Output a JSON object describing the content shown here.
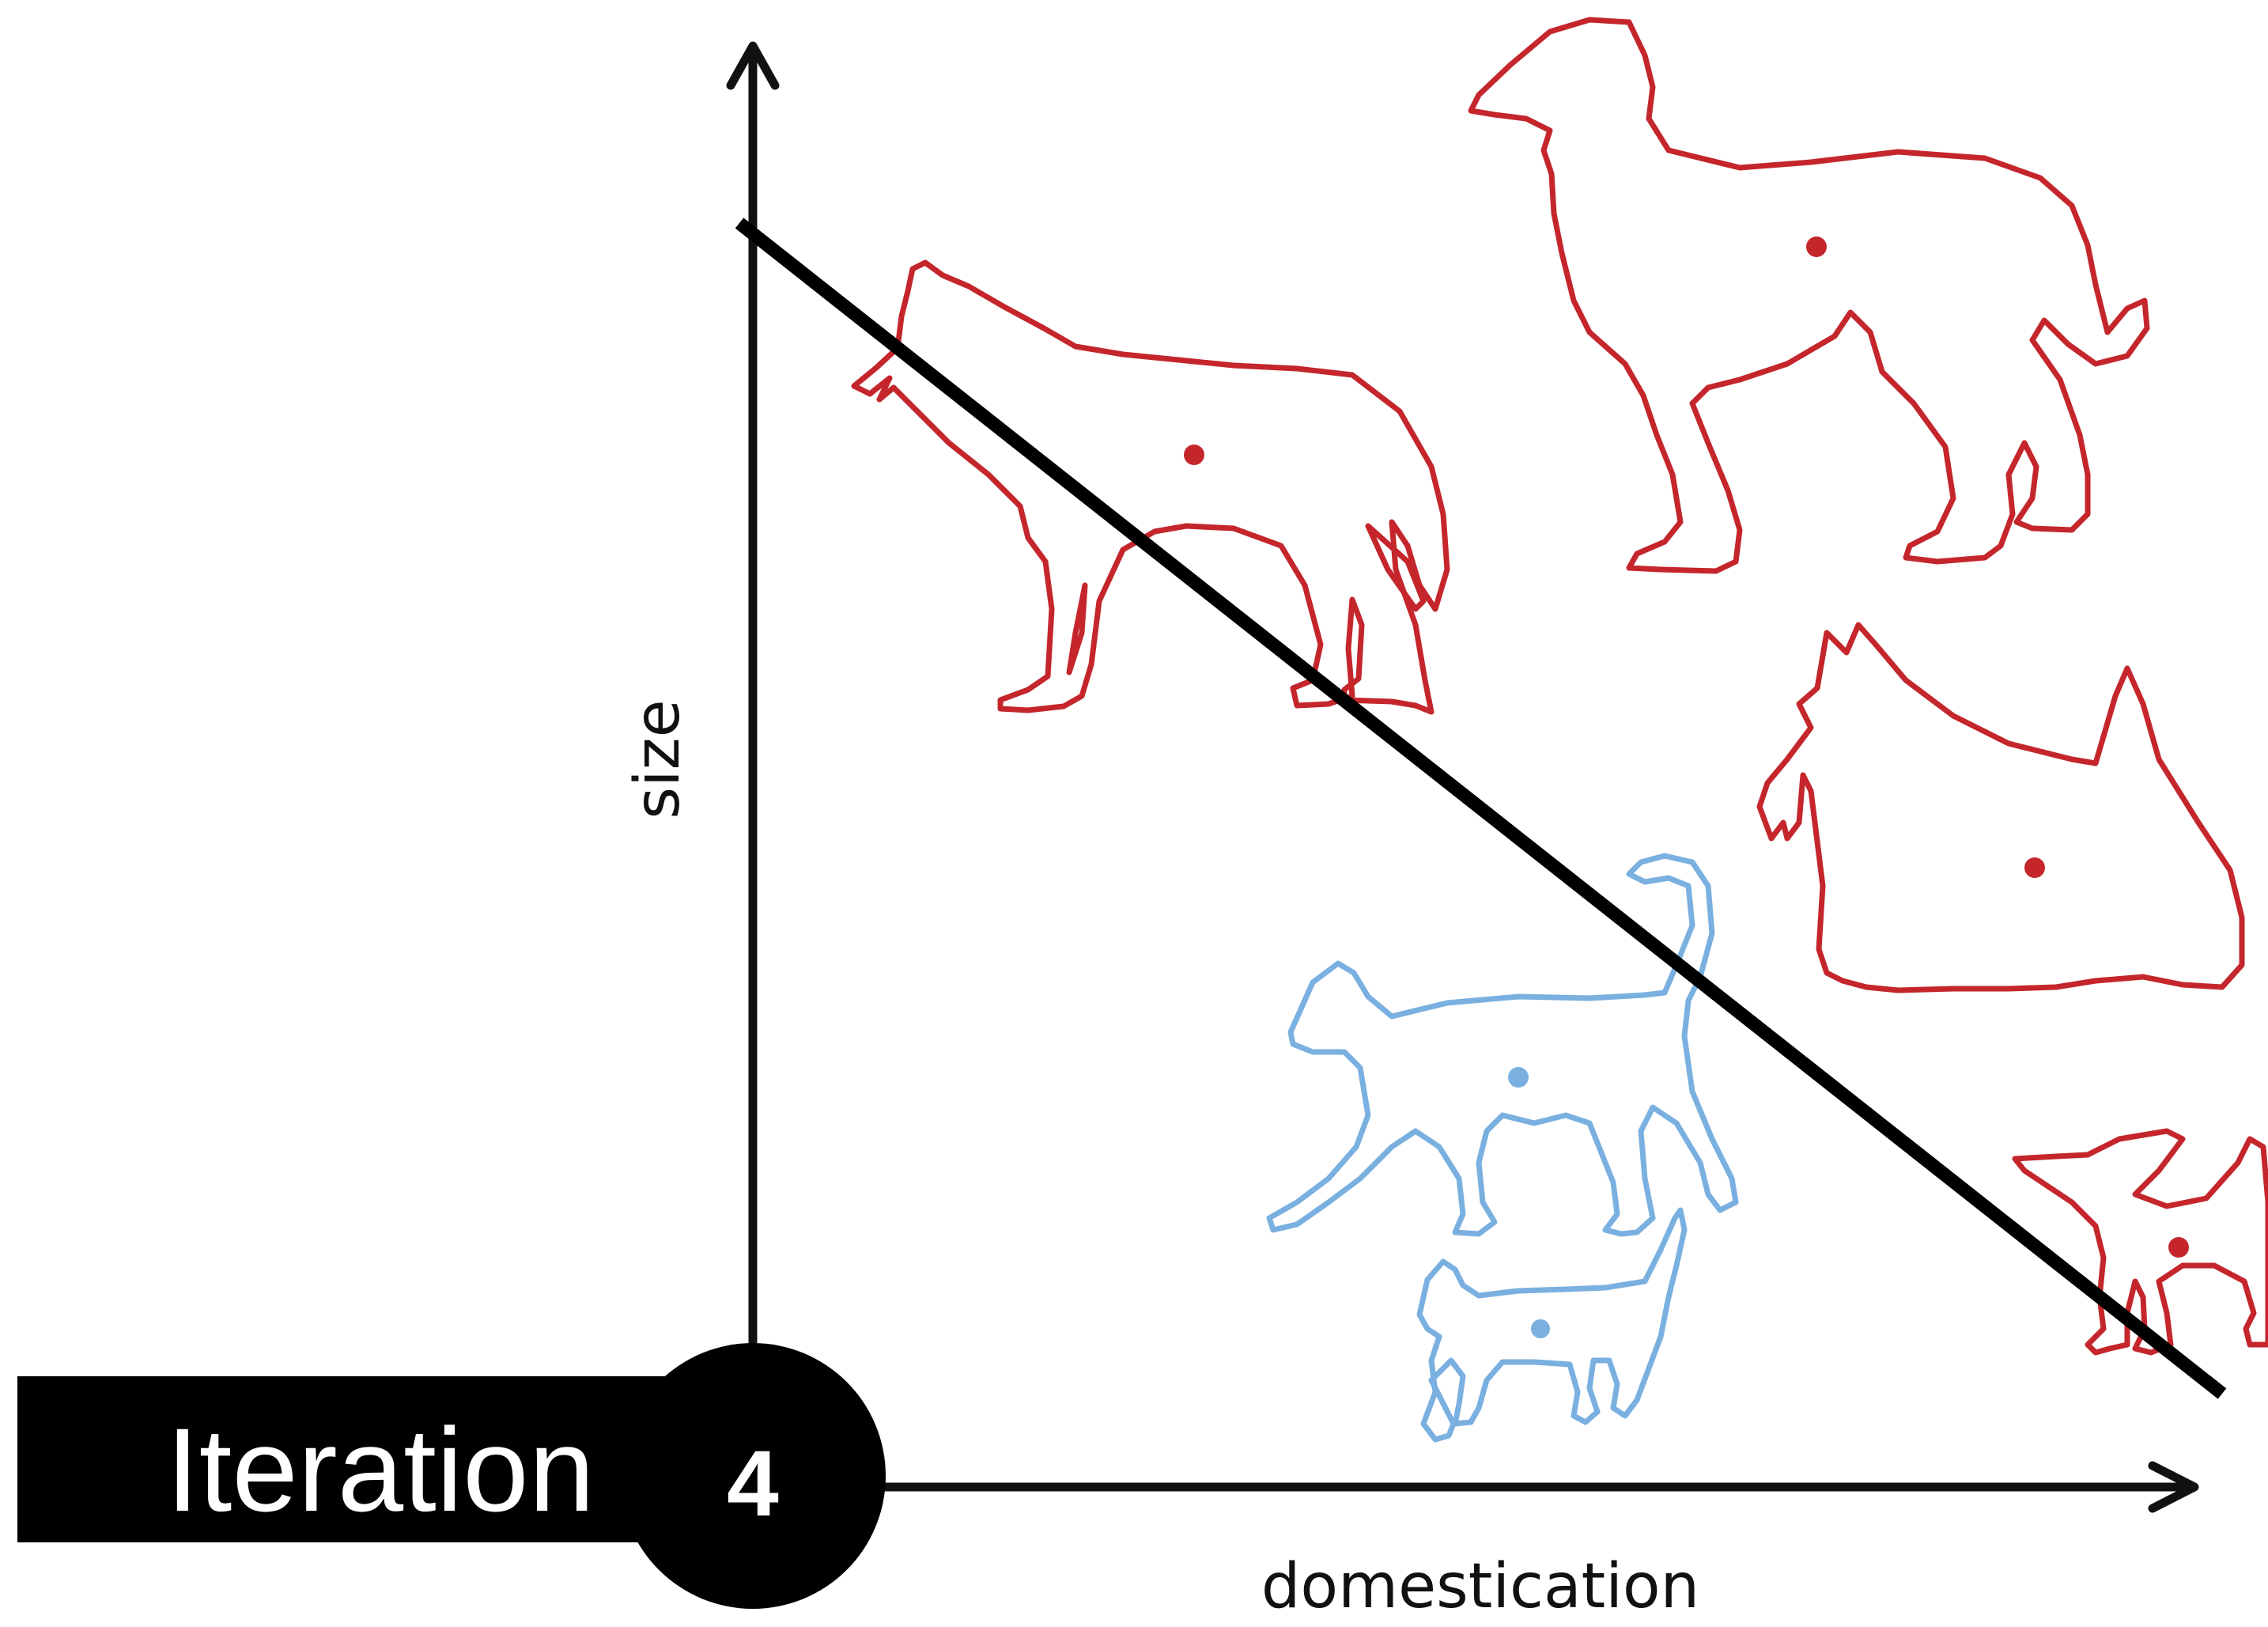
{
  "diagram": {
    "x_axis_label": "domestication",
    "y_axis_label": "size",
    "badge_label": "Iteration",
    "badge_number": "4",
    "colors": {
      "dog": "#c4262c",
      "cat": "#7ab0e0",
      "axis": "#111111",
      "boundary": "#000000"
    },
    "animals": [
      {
        "kind": "wolf",
        "class": "dog",
        "icon": "wolf-icon"
      },
      {
        "kind": "large dog",
        "class": "dog",
        "icon": "large-dog-icon"
      },
      {
        "kind": "terrier",
        "class": "dog",
        "icon": "terrier-icon"
      },
      {
        "kind": "chihuahua",
        "class": "dog",
        "icon": "chihuahua-icon"
      },
      {
        "kind": "large cat",
        "class": "cat",
        "icon": "cat-icon"
      },
      {
        "kind": "small cat",
        "class": "cat",
        "icon": "kitten-icon"
      }
    ]
  }
}
